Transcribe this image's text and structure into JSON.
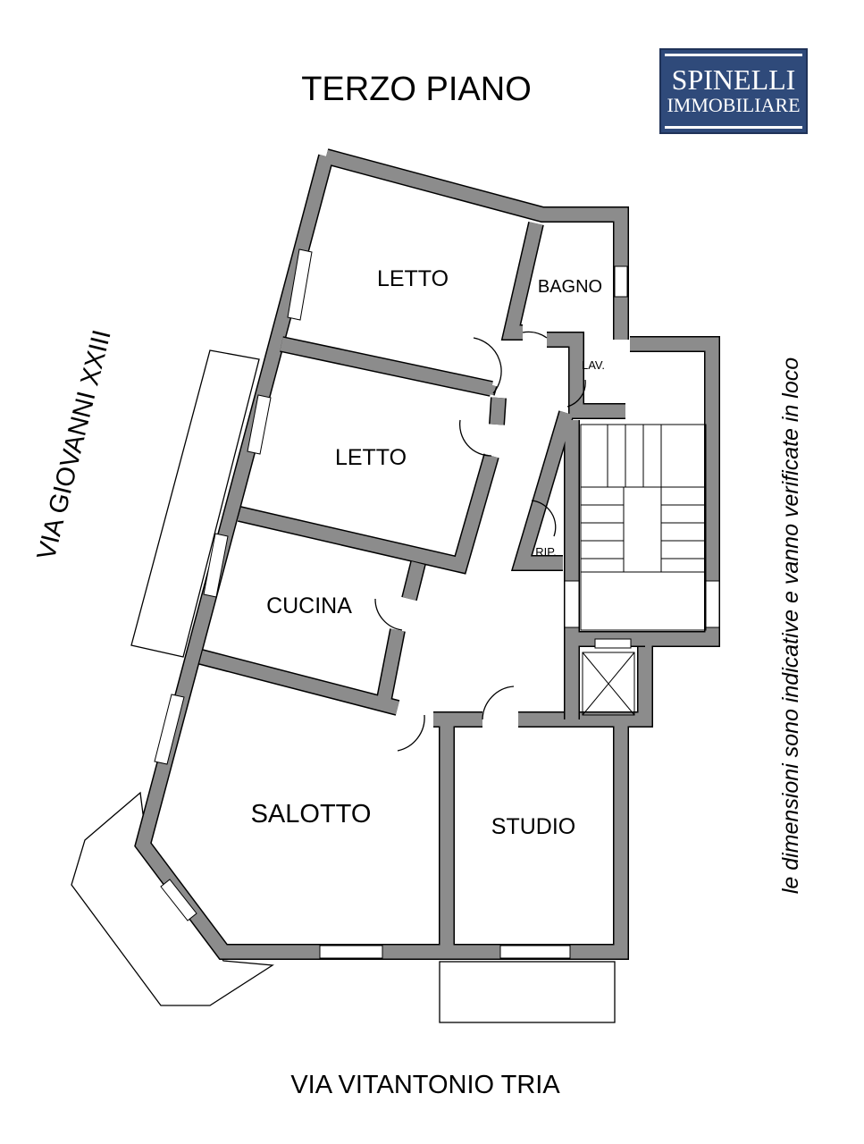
{
  "title": "TERZO PIANO",
  "logo": {
    "line1": "SPINELLI",
    "line2": "IMMOBILIARE",
    "color": "#2f4a7a"
  },
  "rooms": {
    "letto1": "LETTO",
    "bagno": "BAGNO",
    "lav": "LAV.",
    "letto2": "LETTO",
    "rip": "RIP.",
    "cucina": "CUCINA",
    "salotto": "SALOTTO",
    "studio": "STUDIO"
  },
  "streets": {
    "left": "VIA GIOVANNI XXIII",
    "bottom": "VIA VITANTONIO TRIA"
  },
  "disclaimer": "le dimensioni sono indicative e vanno verificate in loco",
  "wall_color": "#8c8c8c"
}
